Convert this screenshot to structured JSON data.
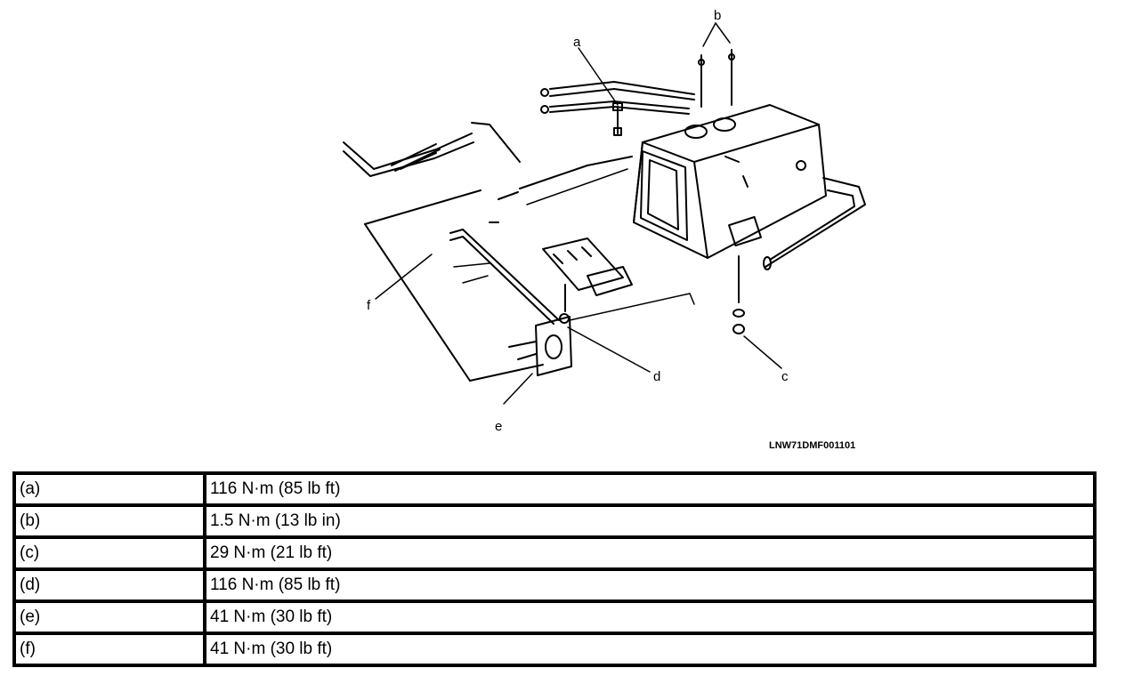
{
  "figure": {
    "callouts": {
      "a": "a",
      "b": "b",
      "c": "c",
      "d": "d",
      "e": "e",
      "f": "f"
    },
    "figure_id": "LNW71DMF001101"
  },
  "torque_table": {
    "rows": [
      {
        "key": "(a)",
        "value": "116 N·m (85 lb ft)"
      },
      {
        "key": "(b)",
        "value": "1.5 N·m (13 lb in)"
      },
      {
        "key": "(c)",
        "value": "29 N·m (21 lb ft)"
      },
      {
        "key": "(d)",
        "value": "116 N·m (85 lb ft)"
      },
      {
        "key": "(e)",
        "value": "41 N·m (30 lb ft)"
      },
      {
        "key": "(f)",
        "value": "41 N·m (30 lb ft)"
      }
    ]
  }
}
